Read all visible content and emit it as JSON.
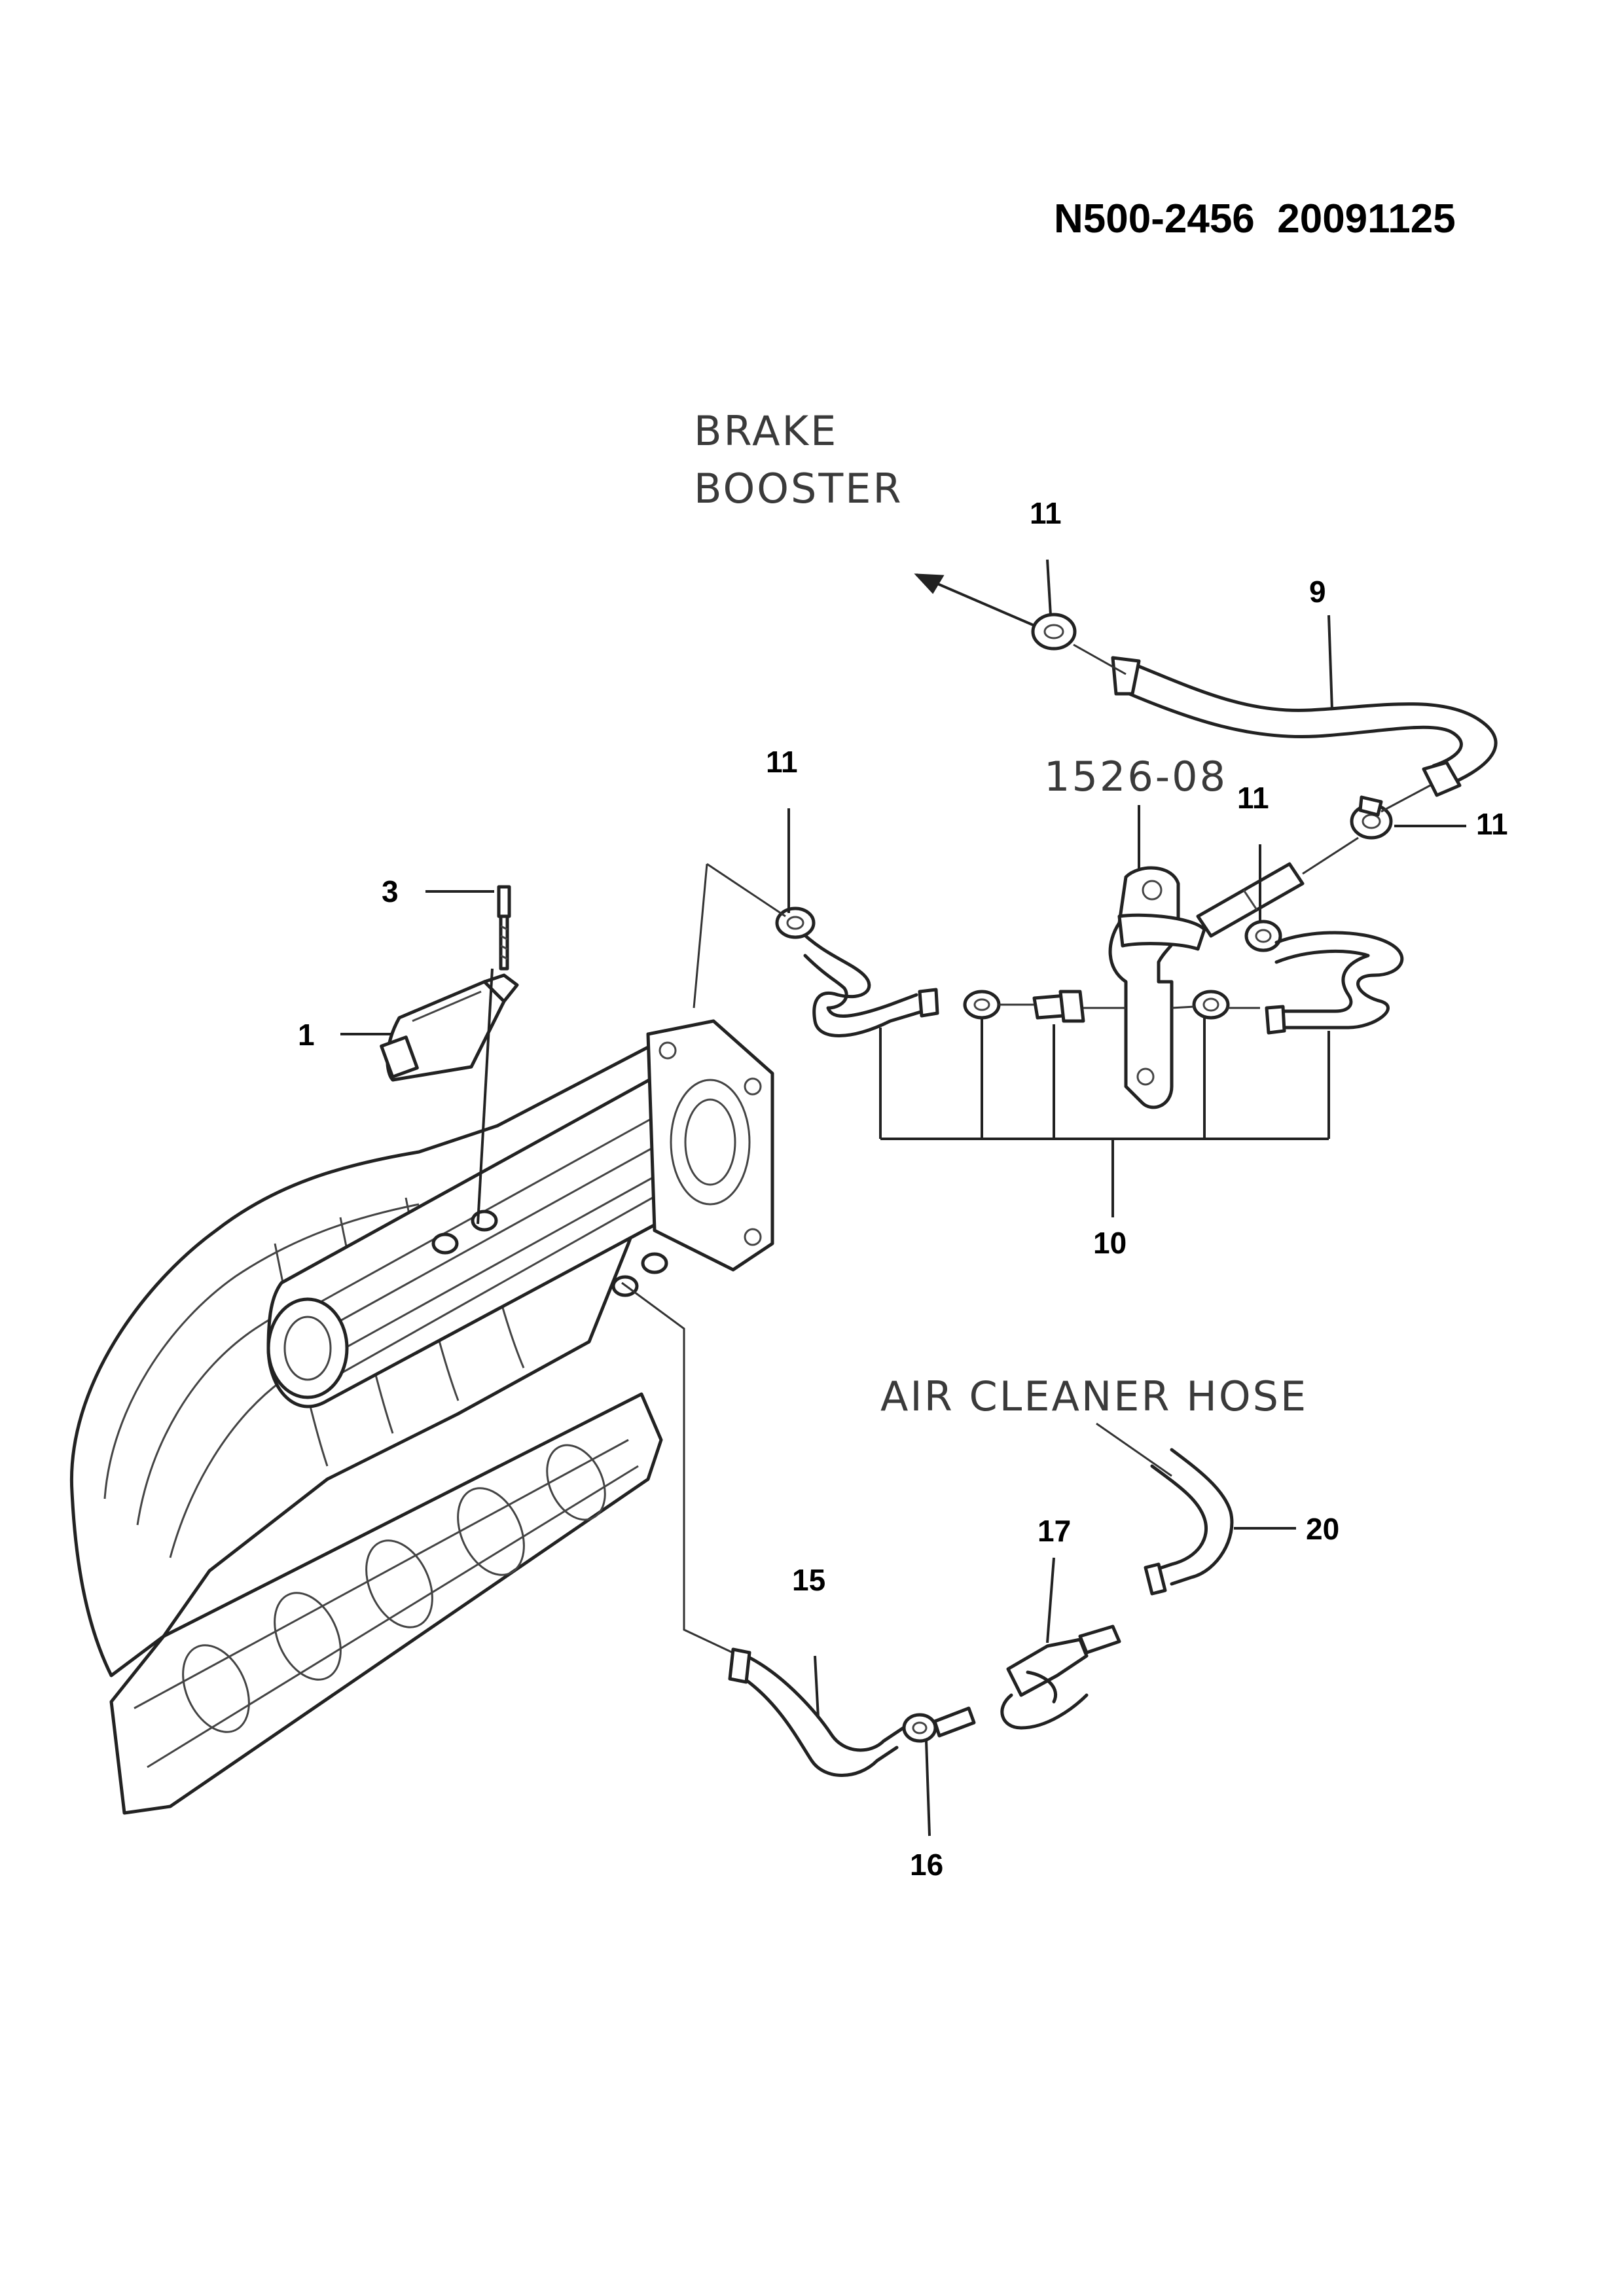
{
  "document_id": "N500-2456  20091125",
  "context_labels": {
    "brake_booster_line1": "BRAKE",
    "brake_booster_line2": "BOOSTER",
    "bracket_ref": "1526-08",
    "air_cleaner_hose": "AIR CLEANER HOSE"
  },
  "callouts": {
    "c1": "1",
    "c3": "3",
    "c9": "9",
    "c10": "10",
    "c11_top": "11",
    "c11_left": "11",
    "c11_mid": "11",
    "c11_right": "11",
    "c15": "15",
    "c16": "16",
    "c17": "17",
    "c20": "20"
  }
}
